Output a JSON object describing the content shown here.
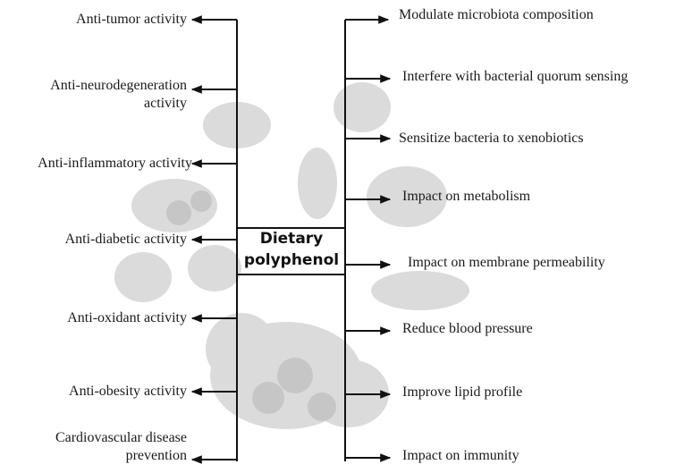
{
  "center": {
    "line1": "Dietary",
    "line2": "polyphenol"
  },
  "left_items": [
    {
      "line1": "Anti-tumor activity",
      "line2": ""
    },
    {
      "line1": "Anti-neurodegeneration",
      "line2": "activity"
    },
    {
      "line1": "Anti-inflammatory activity",
      "line2": ""
    },
    {
      "line1": "Anti-diabetic activity",
      "line2": ""
    },
    {
      "line1": "Anti-oxidant activity",
      "line2": ""
    },
    {
      "line1": "Anti-obesity activity",
      "line2": ""
    },
    {
      "line1": "Cardiovascular disease",
      "line2": "prevention"
    }
  ],
  "right_items": [
    "Modulate microbiota composition",
    "Interfere with bacterial quorum sensing",
    "Sensitize bacteria to xenobiotics",
    "Impact on metabolism",
    "Impact on membrane permeability",
    "Reduce blood pressure",
    "Improve lipid profile",
    "Impact on immunity"
  ],
  "colors": {
    "line": "#111111",
    "text": "#1a1a1a",
    "background_art": "#c8c8c8"
  }
}
